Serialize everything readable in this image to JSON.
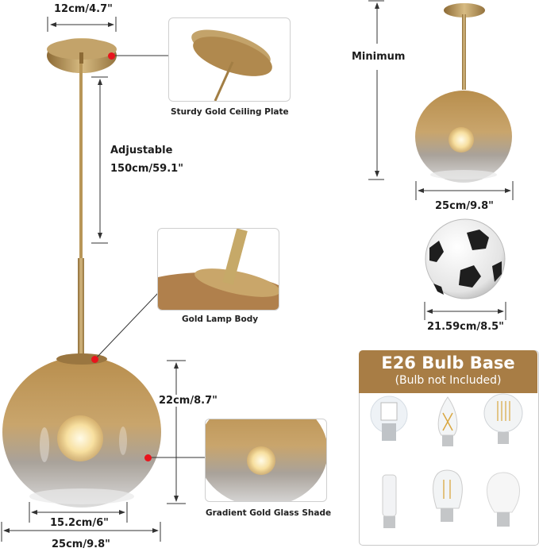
{
  "product_diagram": {
    "ceiling_plate": {
      "width_label": "12cm/4.7\"",
      "callout_caption": "Sturdy Gold Ceiling Plate"
    },
    "rod": {
      "adjustable_label": "Adjustable",
      "length_label": "150cm/59.1\""
    },
    "lamp_body": {
      "callout_caption": "Gold Lamp Body"
    },
    "glass_shade": {
      "height_label": "22cm/8.7\"",
      "opening_label": "15.2cm/6\"",
      "diameter_label": "25cm/9.8\"",
      "callout_caption": "Gradient Gold Glass Shade"
    },
    "minimum_view": {
      "height_label": "Minimum",
      "diameter_label": "25cm/9.8\""
    },
    "size_comparison": {
      "object": "soccer-ball",
      "diameter_label": "21.59cm/8.5\""
    },
    "bulb_base": {
      "title": "E26 Bulb Base",
      "subtitle": "(Bulb not Included)",
      "bulbs": [
        "corn-led-globe",
        "candle-filament",
        "globe-filament",
        "corn-led-tube",
        "edison-filament",
        "a19-led"
      ]
    },
    "colors": {
      "gold": "#b8955a",
      "banner": "#a87d45",
      "callout_dot": "#e8141c"
    }
  }
}
